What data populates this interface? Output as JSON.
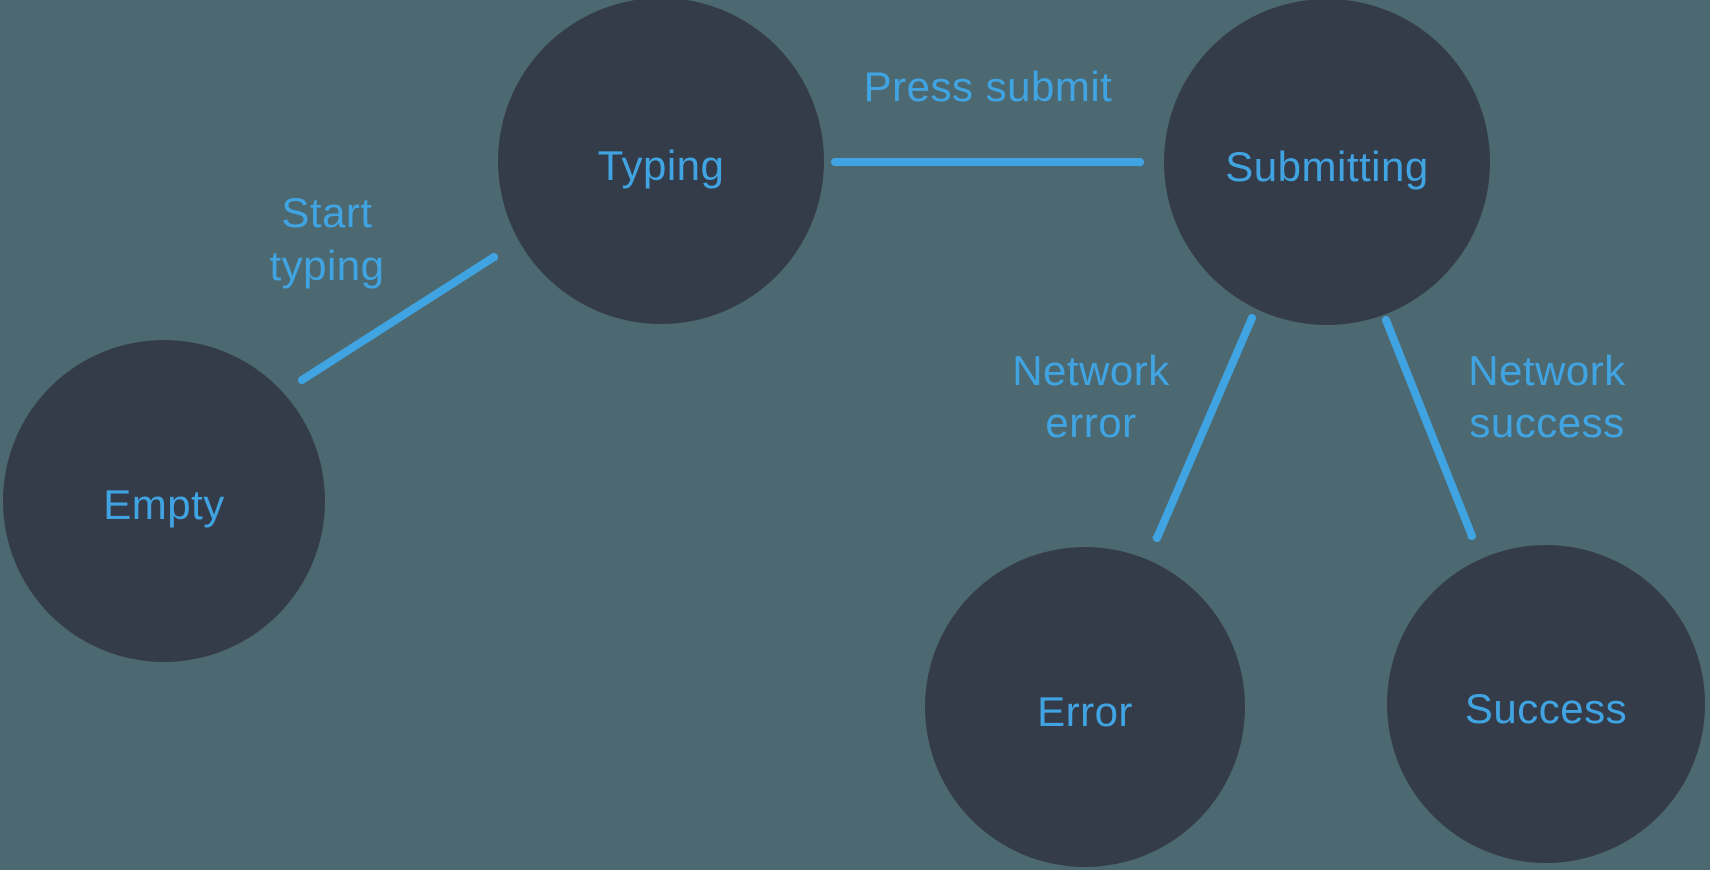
{
  "diagram": {
    "type": "state-machine",
    "colors": {
      "background": "#4C6870",
      "node_fill": "#343B49",
      "accent": "#41A4E2"
    },
    "nodes": [
      {
        "id": "empty",
        "label": "Empty"
      },
      {
        "id": "typing",
        "label": "Typing"
      },
      {
        "id": "submitting",
        "label": "Submitting"
      },
      {
        "id": "error",
        "label": "Error"
      },
      {
        "id": "success",
        "label": "Success"
      }
    ],
    "edges": [
      {
        "from": "Empty",
        "to": "Typing",
        "label": "Start typing",
        "label_lines": [
          "Start",
          "typing"
        ]
      },
      {
        "from": "Typing",
        "to": "Submitting",
        "label": "Press submit",
        "label_lines": [
          "Press submit"
        ]
      },
      {
        "from": "Submitting",
        "to": "Error",
        "label": "Network error",
        "label_lines": [
          "Network",
          "error"
        ]
      },
      {
        "from": "Submitting",
        "to": "Success",
        "label": "Network success",
        "label_lines": [
          "Network",
          "success"
        ]
      }
    ]
  }
}
